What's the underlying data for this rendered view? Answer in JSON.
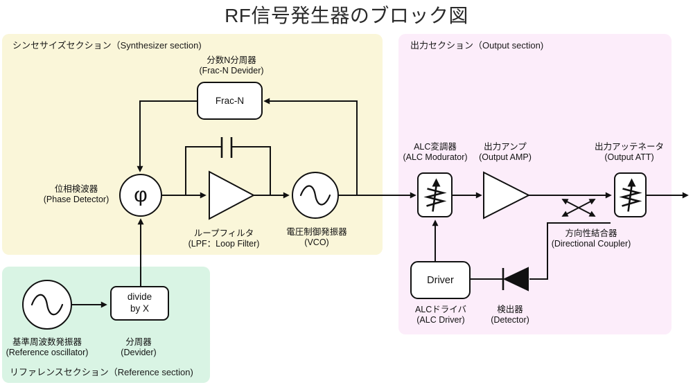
{
  "title": "RF信号発生器のブロック図",
  "colors": {
    "synthesizer_bg": "#FAF6D9",
    "reference_bg": "#D9F4E4",
    "output_bg": "#FCEDFA",
    "line": "#111111",
    "box_fill": "#FFFFFF"
  },
  "sections": {
    "synthesizer": {
      "label": "シンセサイズセクション（Synthesizer section)"
    },
    "reference": {
      "label": "リファレンスセクション（Reference section)"
    },
    "output": {
      "label": "出力セクション（Output section)"
    }
  },
  "blocks": {
    "frac_n": {
      "label": "Frac-N",
      "caption_jp": "分数N分周器",
      "caption_en": "(Frac-N Devider)"
    },
    "phase_detector": {
      "symbol": "φ",
      "caption_jp": "位相検波器",
      "caption_en": "(Phase Detector)"
    },
    "loop_filter": {
      "caption_jp": "ループフィルタ",
      "caption_en": "(LPF：Loop Filter)"
    },
    "vco": {
      "caption_jp": "電圧制御発振器",
      "caption_en": "(VCO)"
    },
    "alc_modulator": {
      "caption_jp": "ALC変調器",
      "caption_en": "(ALC Modurator)"
    },
    "output_amp": {
      "caption_jp": "出力アンプ",
      "caption_en": "(Output AMP)"
    },
    "output_att": {
      "caption_jp": "出力アッテネータ",
      "caption_en": "(Output ATT)"
    },
    "directional_coupler": {
      "caption_jp": "方向性結合器",
      "caption_en": "(Directional Coupler)"
    },
    "driver": {
      "label": "Driver",
      "caption_jp": "ALCドライバ",
      "caption_en": "(ALC Driver)"
    },
    "detector": {
      "caption_jp": "検出器",
      "caption_en": "(Detector)"
    },
    "reference_oscillator": {
      "caption_jp": "基準周波数発振器",
      "caption_en": "(Reference oscillator)"
    },
    "divider": {
      "label_line1": "divide",
      "label_line2": "by X",
      "caption_jp": "分周器",
      "caption_en": "(Devider)"
    }
  }
}
